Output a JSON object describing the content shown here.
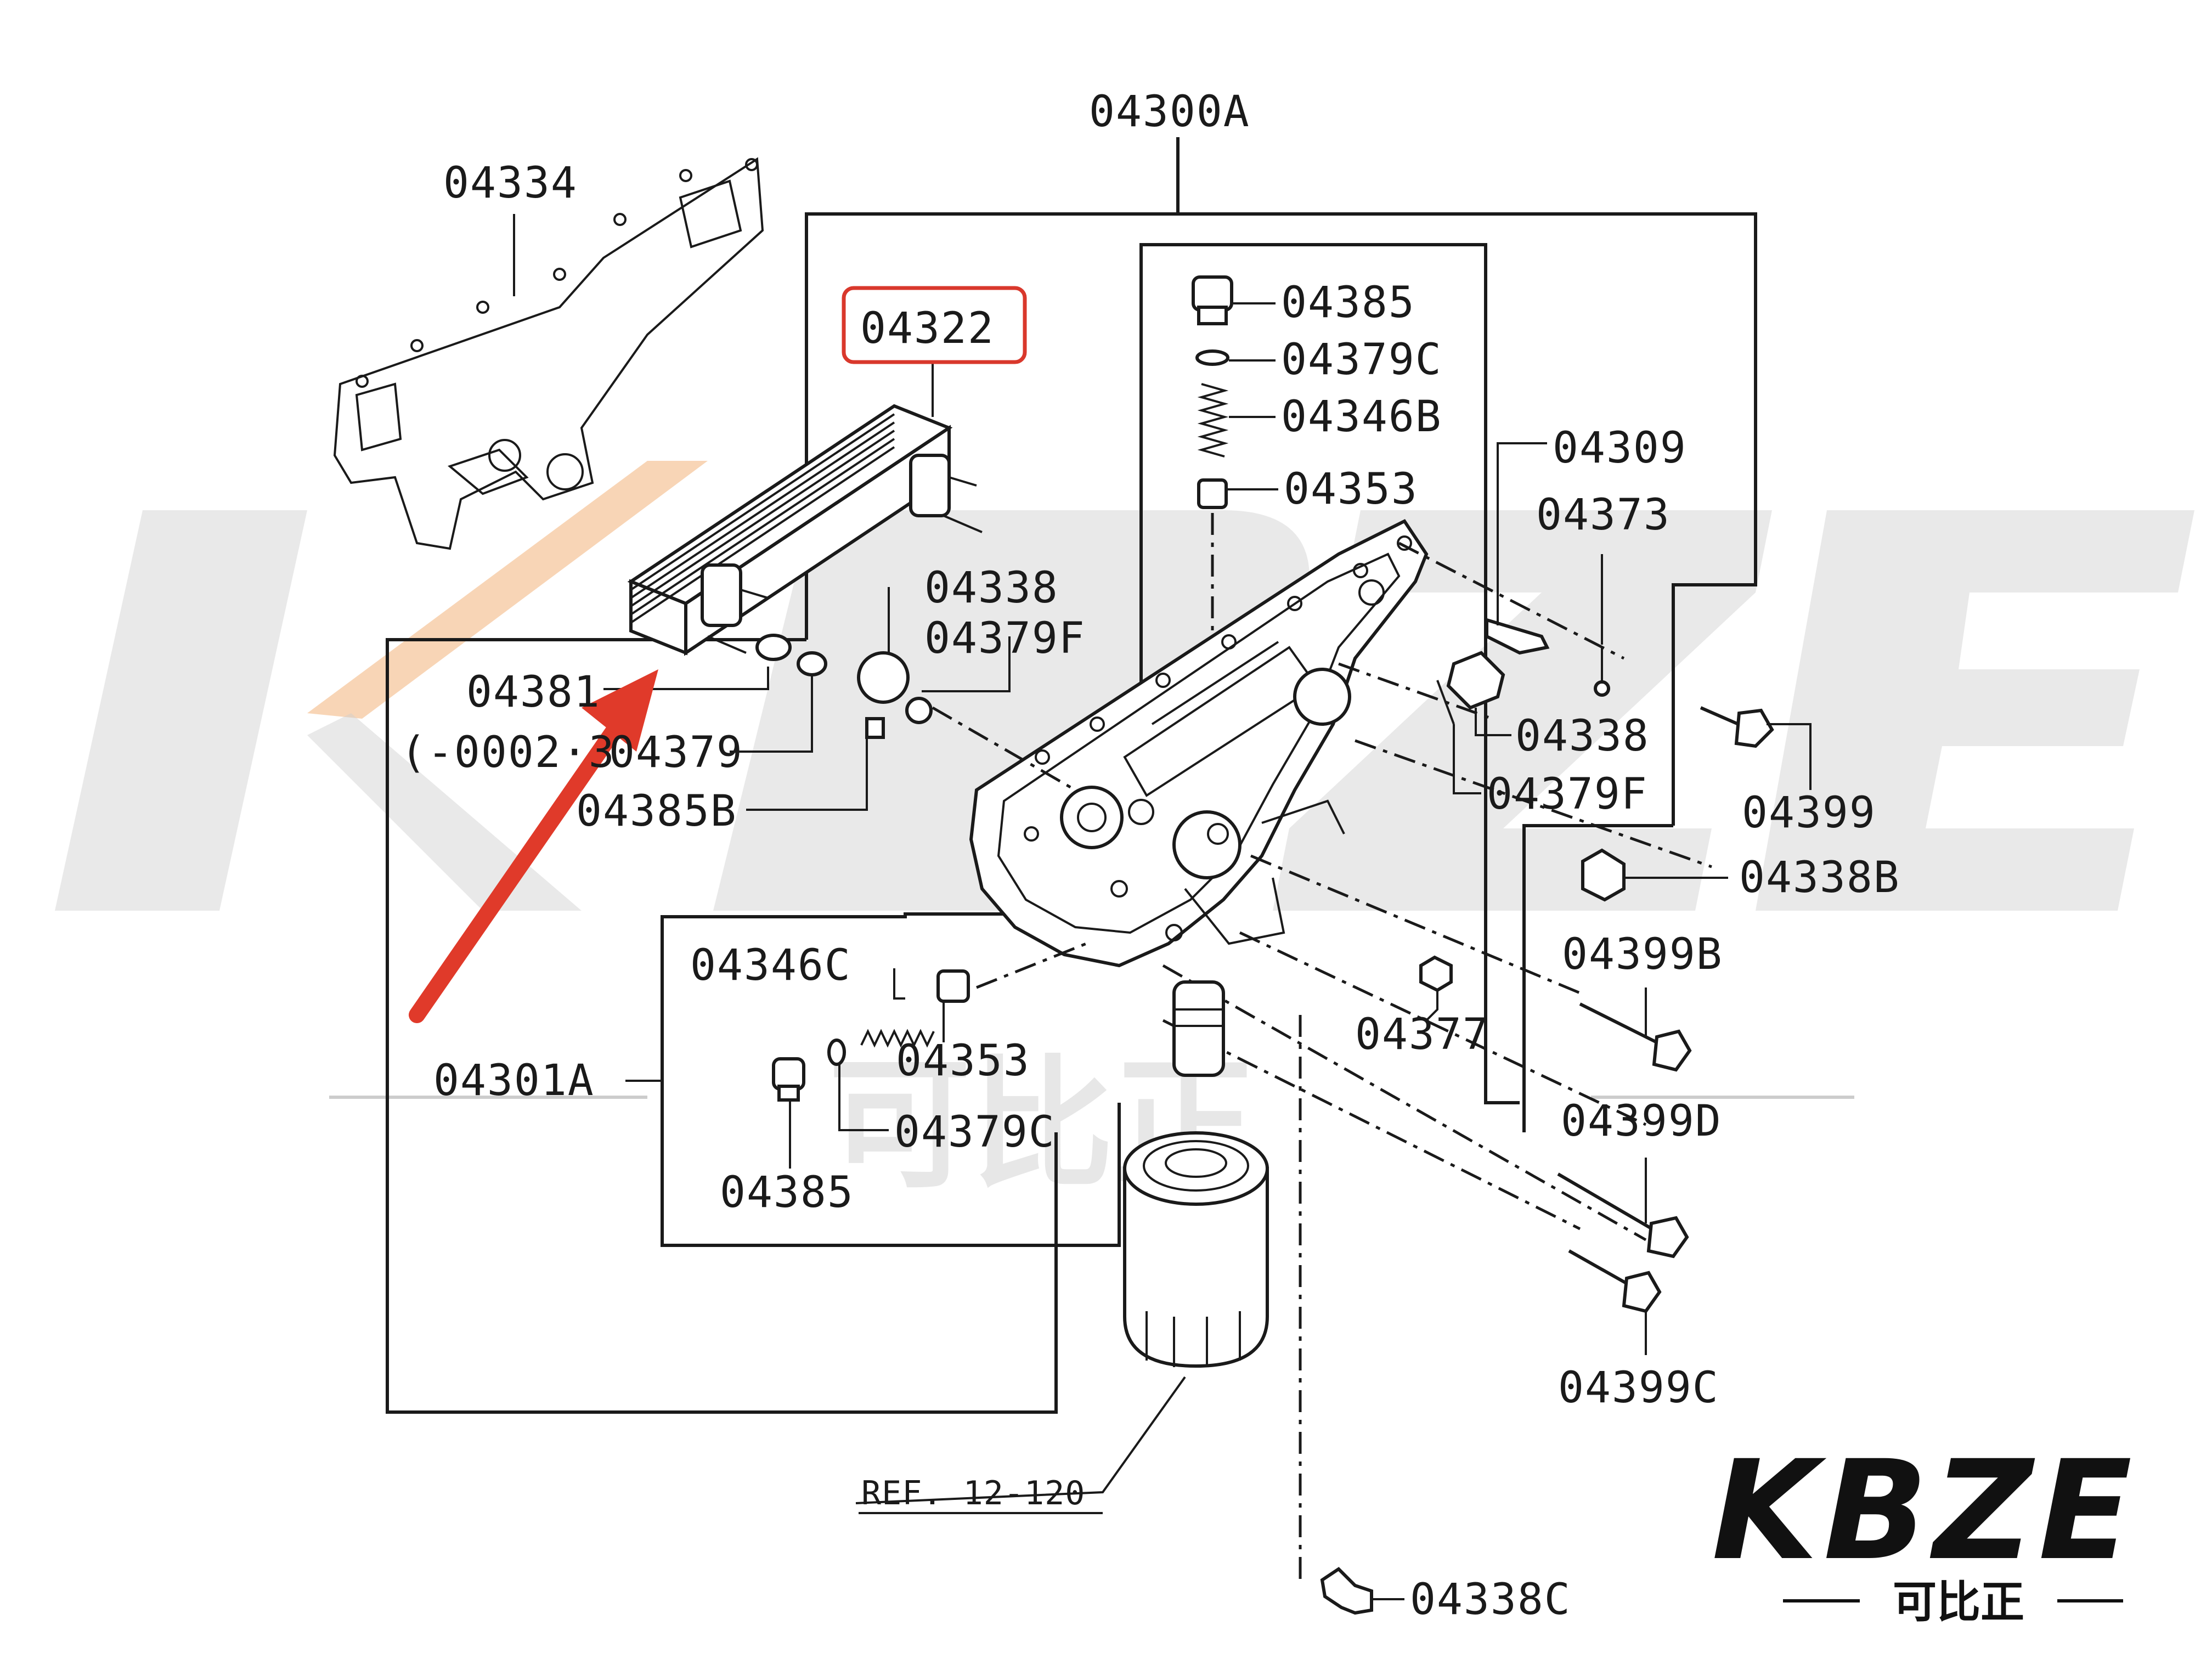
{
  "labels": {
    "assy": "04300A",
    "gasket": "04334",
    "cooler": "04322",
    "plug_top": "04385",
    "oring_top": "04379C",
    "spring_top": "04346B",
    "valve_top": "04353",
    "bracket": "04309",
    "screw": "04373",
    "plug_mid_a": "04338",
    "oring_mid_a": "04379F",
    "oring_cooler": "04381",
    "serial_note": "(-0002·3",
    "oring_b": "04379",
    "plug_b": "04385B",
    "plug_mid_r": "04338",
    "oring_mid_r": "04379F",
    "bolt_a": "04399",
    "nut_b": "04338B",
    "bolt_b": "04399B",
    "spring_c": "04346C",
    "valve_c": "04353",
    "nut": "04377",
    "housing": "04301A",
    "oring_c": "04379C",
    "plug_c": "04385",
    "bolt_d": "04399D",
    "bolt_c": "04399C",
    "filter_ref": "REF. 12-120",
    "drain_plug": "04338C"
  },
  "watermark": {
    "text": "KBZE",
    "sub": "可比正"
  },
  "logo": {
    "text": "KBZE",
    "sub": "可比正"
  },
  "colors": {
    "highlight": "#d9382c",
    "arrow": "#e03a2a",
    "ink": "#1a1a1a"
  }
}
